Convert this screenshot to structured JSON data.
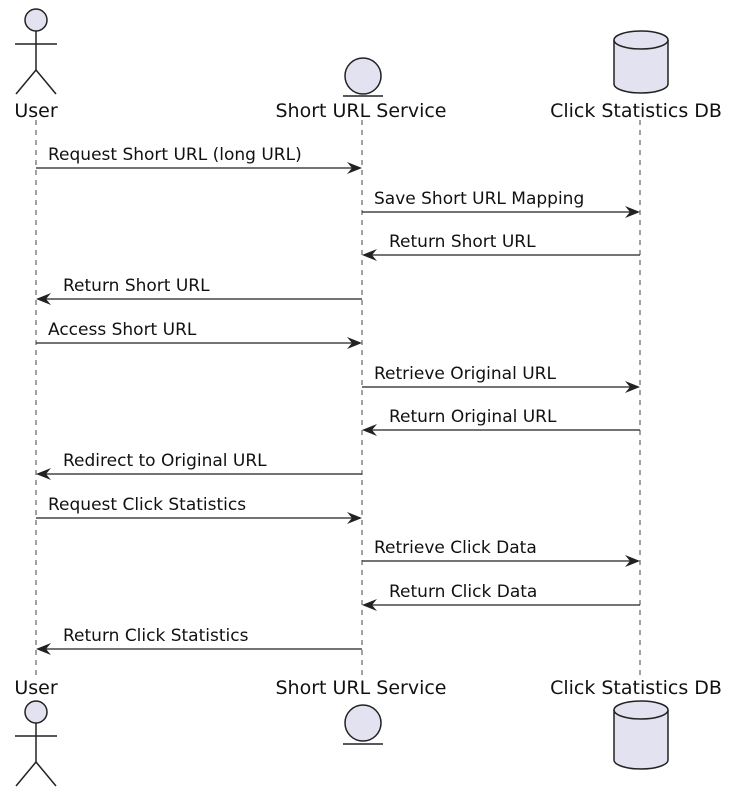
{
  "diagram": {
    "type": "sequence",
    "participants": [
      {
        "id": "user",
        "label": "User",
        "kind": "actor"
      },
      {
        "id": "service",
        "label": "Short URL Service",
        "kind": "entity"
      },
      {
        "id": "db",
        "label": "Click Statistics DB",
        "kind": "database"
      }
    ],
    "messages": [
      {
        "from": "user",
        "to": "service",
        "label": "Request Short URL (long URL)"
      },
      {
        "from": "service",
        "to": "db",
        "label": "Save Short URL Mapping"
      },
      {
        "from": "db",
        "to": "service",
        "label": "Return Short URL"
      },
      {
        "from": "service",
        "to": "user",
        "label": "Return Short URL"
      },
      {
        "from": "user",
        "to": "service",
        "label": "Access Short URL"
      },
      {
        "from": "service",
        "to": "db",
        "label": "Retrieve Original URL"
      },
      {
        "from": "db",
        "to": "service",
        "label": "Return Original URL"
      },
      {
        "from": "service",
        "to": "user",
        "label": "Redirect to Original URL"
      },
      {
        "from": "user",
        "to": "service",
        "label": "Request Click Statistics"
      },
      {
        "from": "service",
        "to": "db",
        "label": "Retrieve Click Data"
      },
      {
        "from": "db",
        "to": "service",
        "label": "Return Click Data"
      },
      {
        "from": "service",
        "to": "user",
        "label": "Return Click Statistics"
      }
    ]
  },
  "colors": {
    "participant_fill": "#e2e2f0",
    "stroke": "#222222",
    "text": "#111111"
  }
}
